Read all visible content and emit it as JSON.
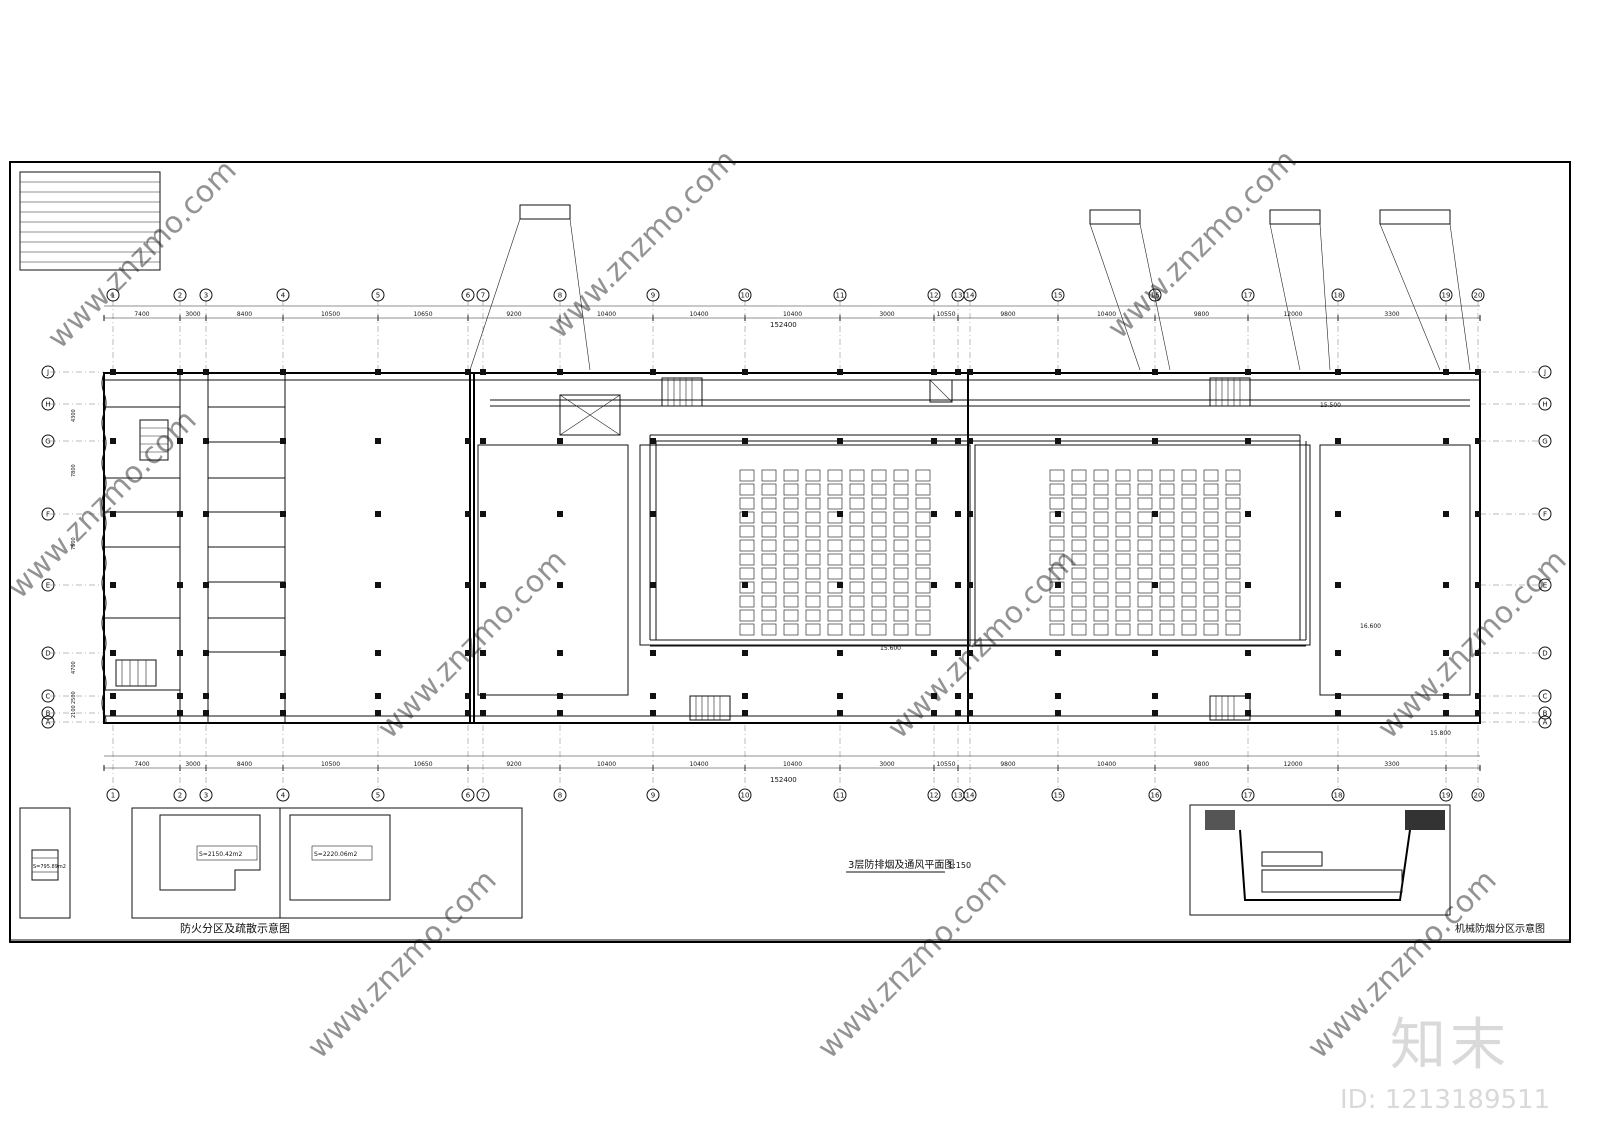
{
  "title": "3层防排烟及通风平面图",
  "scale": "1:150",
  "left_inset_caption": "防火分区及疏散示意图",
  "right_inset_caption": "机械防烟分区示意图",
  "fire_zone_labels": [
    "S=2150.42m2",
    "S=2220.06m2"
  ],
  "small_inset_label": "S=795.89m2",
  "total_dimension": "152400",
  "bay_dimensions": [
    "7400",
    "3000",
    "8400",
    "10500",
    "10650",
    "9200",
    "10400",
    "10400",
    "10400",
    "3000",
    "10550",
    "9800",
    "10400",
    "9800",
    "12000",
    "3300"
  ],
  "axis_labels": [
    "1",
    "2",
    "3",
    "4",
    "5",
    "6",
    "7",
    "8",
    "9",
    "10",
    "11",
    "12",
    "13",
    "14",
    "15",
    "16",
    "17",
    "18",
    "19",
    "20"
  ],
  "row_labels": [
    "J",
    "H",
    "G",
    "F",
    "E",
    "D",
    "C",
    "B",
    "A"
  ],
  "row_dimensions": [
    "4300",
    "7800",
    "7500",
    "4700",
    "2500",
    "2100"
  ],
  "elevations": [
    "15.500",
    "15.600",
    "16.600",
    "15.800"
  ],
  "watermark_text": "www.znzmo.com",
  "brand_logo": "知末",
  "image_id": "ID: 1213189511"
}
